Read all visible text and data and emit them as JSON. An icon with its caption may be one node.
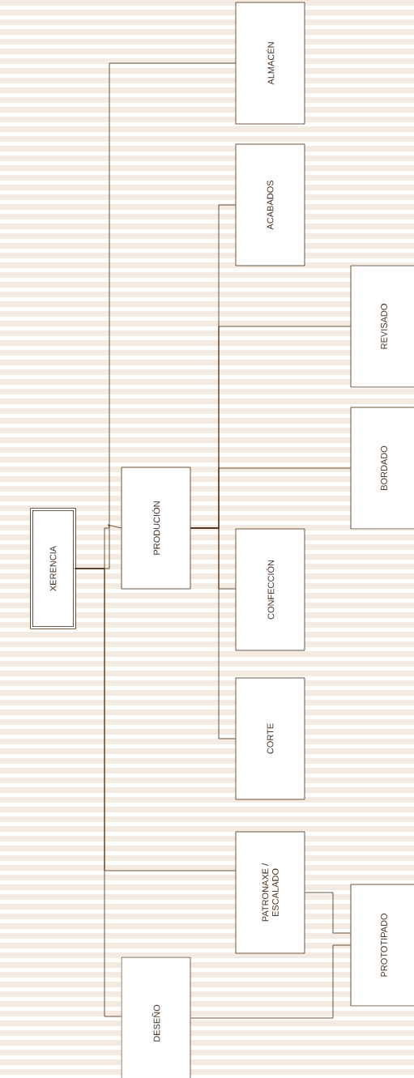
{
  "diagram": {
    "nodes": [
      {
        "text": [
          "XERENCIA"
        ]
      },
      {
        "text": [
          "PRODUCIÓN"
        ]
      },
      {
        "text": [
          "DESEÑO"
        ]
      },
      {
        "text": [
          "ALMACÉN"
        ]
      },
      {
        "text": [
          "ACABADOS"
        ]
      },
      {
        "text": [
          "REVISADO"
        ]
      },
      {
        "text": [
          "BORDADO"
        ]
      },
      {
        "text": [
          "CONFECCIÓN"
        ]
      },
      {
        "text": [
          "CORTE"
        ]
      },
      {
        "text": [
          "PATRONAXE / ESCALADO"
        ]
      },
      {
        "text": [
          "PROTOTIPADO"
        ]
      }
    ],
    "edges": [
      {
        "from": 0,
        "to": 3,
        "arrow": "none"
      },
      {
        "from": 0,
        "to": 1,
        "arrow": "none"
      },
      {
        "from": 0,
        "to": 9,
        "arrow": "none"
      },
      {
        "from": 0,
        "to": 2,
        "arrow": "none"
      },
      {
        "from": 1,
        "to": 4,
        "arrow": "none"
      },
      {
        "from": 1,
        "to": 5,
        "arrow": "none"
      },
      {
        "from": 1,
        "to": 6,
        "arrow": "none"
      },
      {
        "from": 1,
        "to": 7,
        "arrow": "none"
      },
      {
        "from": 1,
        "to": 8,
        "arrow": "none"
      },
      {
        "from": 9,
        "to": 10,
        "arrow": "none"
      },
      {
        "from": 2,
        "to": 10,
        "arrow": "none"
      }
    ]
  }
}
